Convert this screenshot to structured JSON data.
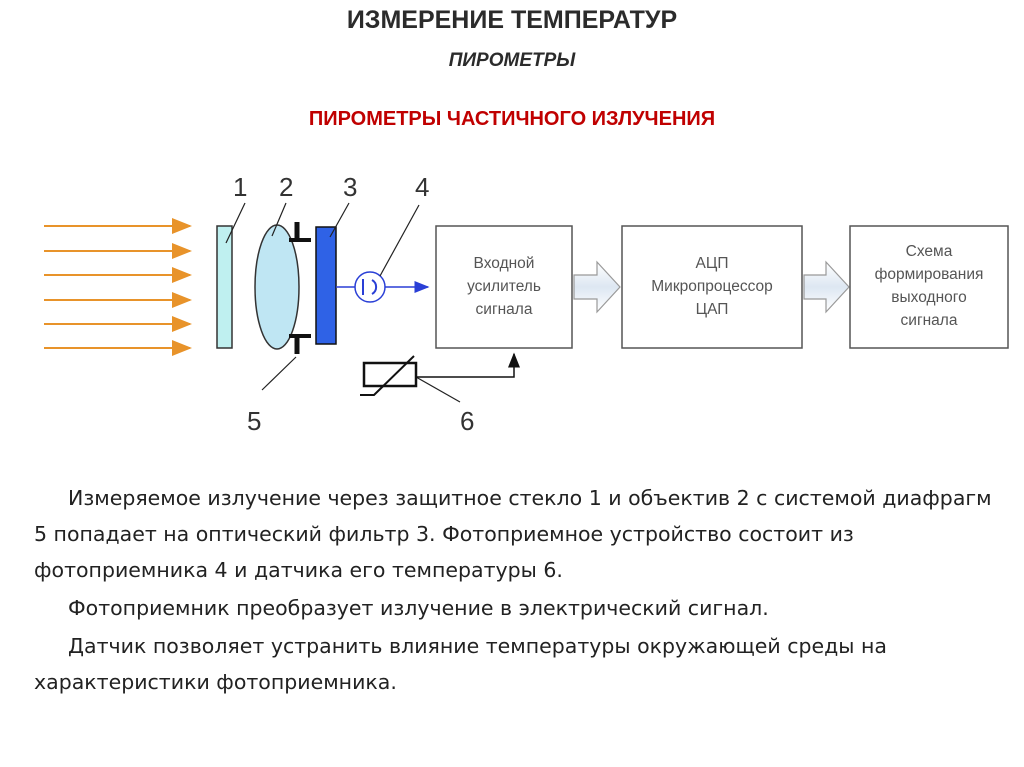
{
  "title": "ИЗМЕРЕНИЕ ТЕМПЕРАТУР",
  "subtitle": "ПИРОМЕТРЫ",
  "section_title": "ПИРОМЕТРЫ ЧАСТИЧНОГО ИЗЛУЧЕНИЯ",
  "diagram": {
    "labels": [
      "1",
      "2",
      "3",
      "4",
      "5",
      "6"
    ],
    "blocks": [
      {
        "lines": [
          "Входной",
          "усилитель",
          "сигнала"
        ]
      },
      {
        "lines": [
          "АЦП",
          "Микропроцессор",
          "ЦАП"
        ]
      },
      {
        "lines": [
          "Схема",
          "формирования",
          "выходного",
          "сигнала"
        ]
      }
    ],
    "colors": {
      "rays": "#e8932a",
      "glass": "#bff0f0",
      "lens": "#bfe6f3",
      "filter": "#2f62e6",
      "signal_arrow": "#2a3fd6",
      "block_arrow": "#e6eef7"
    }
  },
  "paragraphs": [
    "Измеряемое излучение через защитное стекло 1 и объектив 2 с системой диафрагм 5 попадает на оптический фильтр 3.  Фотоприемное устройство состоит из фотоприемника 4 и датчика его температуры 6.",
    "Фотоприемник преобразует излучение в электрический сигнал.",
    "Датчик позволяет устранить влияние температуры окружающей среды на характеристики фотоприемника."
  ]
}
